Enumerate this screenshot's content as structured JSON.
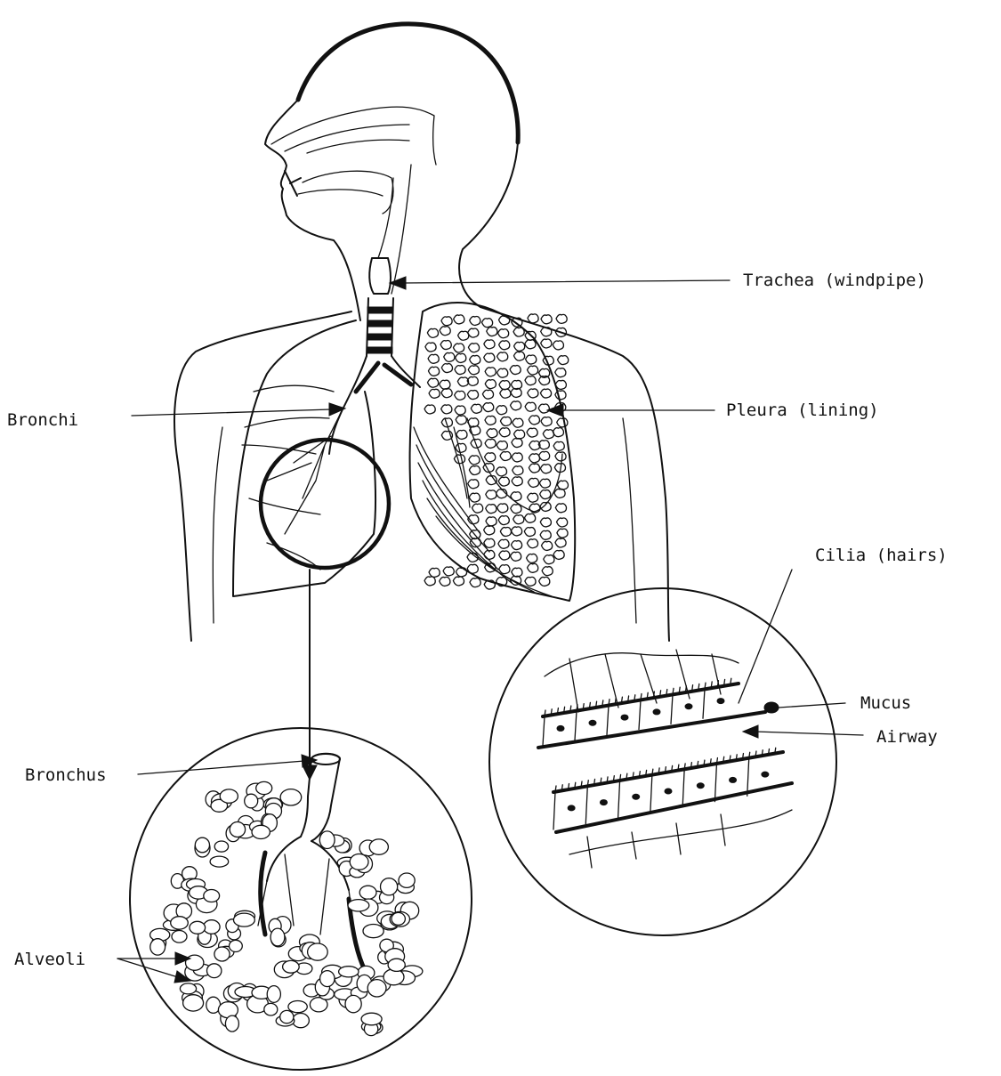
{
  "labels": {
    "trachea": "Trachea (windpipe)",
    "pleura": "Pleura (lining)",
    "bronchi": "Bronchi",
    "cilia": "Cilia (hairs)",
    "mucus": "Mucus",
    "airway": "Airway",
    "bronchus": "Bronchus",
    "alveoli": "Alveoli"
  },
  "colors": {
    "ink": "#111111",
    "paper": "#ffffff"
  }
}
